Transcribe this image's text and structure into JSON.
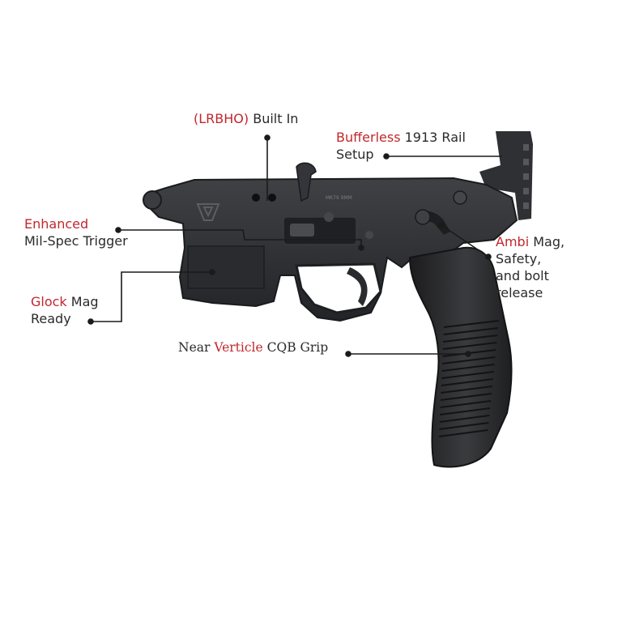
{
  "product": {
    "engraving": "MK79 9MM"
  },
  "callouts": [
    {
      "id": "lrbho",
      "highlight": "(LRBHO)",
      "rest": "Built In"
    },
    {
      "id": "bufferless",
      "highlight": "Bufferless",
      "rest": "1913 Rail",
      "line2": "Setup"
    },
    {
      "id": "trigger",
      "highlight": "Enhanced",
      "line2": "Mil-Spec Trigger"
    },
    {
      "id": "ambi",
      "highlight": "Ambi",
      "rest": "Mag,",
      "line2": "Safety,",
      "line3": "and bolt",
      "line4": "release"
    },
    {
      "id": "glock",
      "highlight": "Glock",
      "rest": "Mag",
      "line2": "Ready"
    },
    {
      "id": "grip",
      "pre": "Near",
      "highlight": "Verticle",
      "rest": "CQB Grip"
    }
  ],
  "colors": {
    "highlight": "#c1272d",
    "text": "#2a2a2a",
    "receiver": "#2b2c2e",
    "leader": "#1a1a1a"
  }
}
